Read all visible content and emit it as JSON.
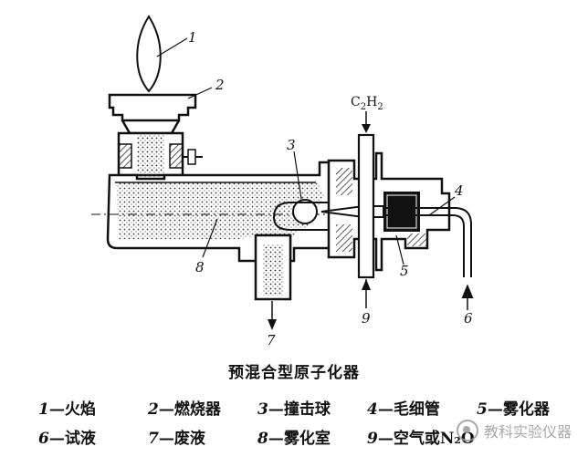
{
  "gas_top": {
    "base": "C",
    "sub1": "2",
    "mid": "H",
    "sub2": "2"
  },
  "callouts": [
    "1",
    "2",
    "3",
    "4",
    "5",
    "6",
    "7",
    "8",
    "9"
  ],
  "caption": "预混合型原子化器",
  "legend_row_1": [
    {
      "num": "1",
      "text": "—火焰"
    },
    {
      "num": "2",
      "text": "—燃烧器"
    },
    {
      "num": "3",
      "text": "—撞击球"
    },
    {
      "num": "4",
      "text": "—毛细管"
    },
    {
      "num": "5",
      "text": "—雾化器"
    }
  ],
  "legend_row_2": [
    {
      "num": "6",
      "text": "—试液"
    },
    {
      "num": "7",
      "text": "—废液"
    },
    {
      "num": "8",
      "text": "—雾化室"
    },
    {
      "num": "9",
      "text": "—空气或N₂O"
    }
  ],
  "watermark": "教科实验仪器"
}
